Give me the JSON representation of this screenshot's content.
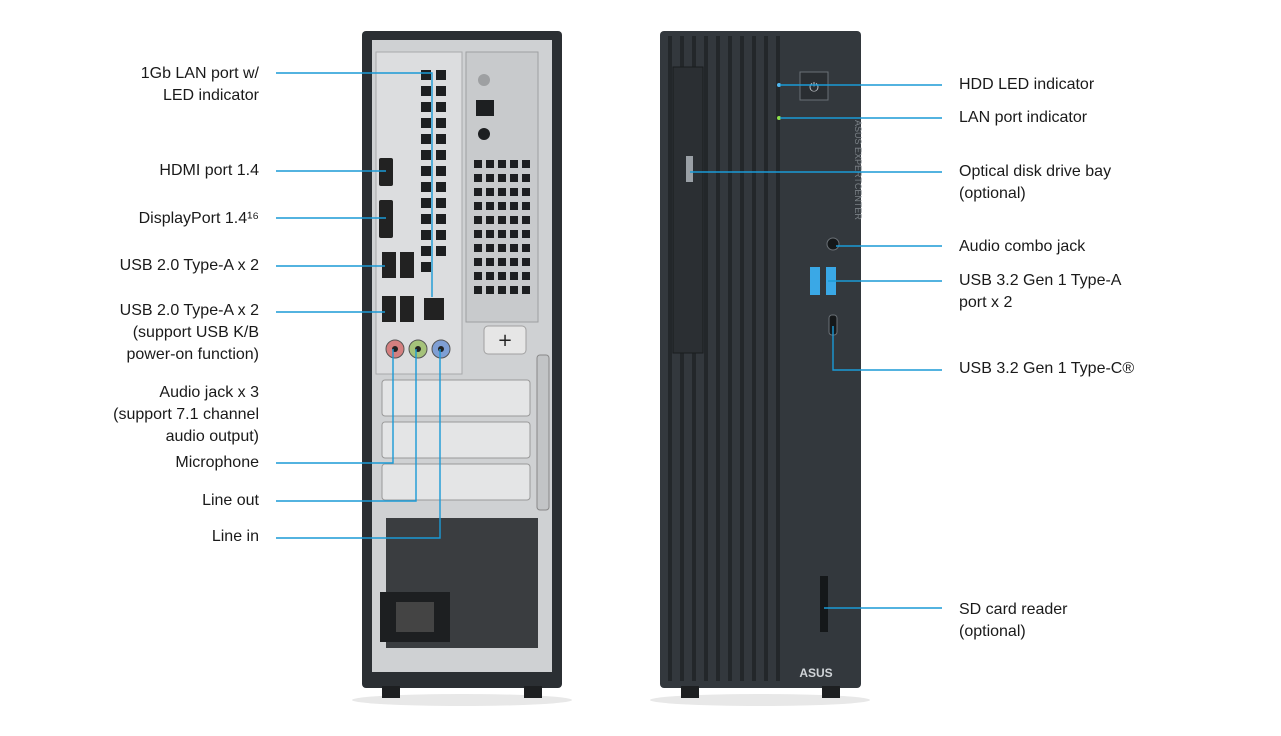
{
  "brand": {
    "logo_text": "ASUS",
    "vertical_text": "ASUS EXPERTCENTER"
  },
  "colors": {
    "callout": "#1a9ad6",
    "chassis": "#2b2f33",
    "panel": "#d9dadb",
    "front": "#33383d"
  },
  "left_labels": [
    {
      "id": "lan",
      "text": "1Gb LAN port w/\nLED indicator"
    },
    {
      "id": "hdmi",
      "text": "HDMI port 1.4"
    },
    {
      "id": "dp",
      "text": "DisplayPort 1.4¹⁶"
    },
    {
      "id": "usb2a",
      "text": "USB 2.0 Type-A x 2"
    },
    {
      "id": "usb2b",
      "text": "USB 2.0 Type-A x 2\n(support USB K/B\npower-on function)"
    },
    {
      "id": "audio",
      "text": "Audio jack x 3\n(support 7.1 channel\naudio output)"
    },
    {
      "id": "mic",
      "text": "Microphone"
    },
    {
      "id": "lineout",
      "text": "Line out"
    },
    {
      "id": "linein",
      "text": "Line in"
    }
  ],
  "right_labels": [
    {
      "id": "hdd",
      "text": "HDD LED indicator"
    },
    {
      "id": "lanled",
      "text": "LAN port indicator"
    },
    {
      "id": "odd",
      "text": "Optical disk drive bay\n(optional)"
    },
    {
      "id": "combo",
      "text": "Audio combo jack"
    },
    {
      "id": "usb3a",
      "text": "USB 3.2 Gen 1 Type-A\nport x 2"
    },
    {
      "id": "usbc",
      "text": "USB 3.2 Gen 1 Type-C®"
    },
    {
      "id": "sd",
      "text": "SD card reader\n(optional)"
    }
  ]
}
